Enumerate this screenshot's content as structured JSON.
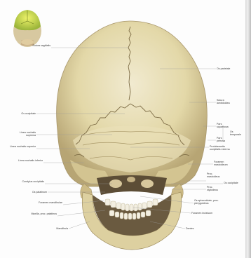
{
  "figure": {
    "thumbnail_icon": "skull-thumbnail-icon",
    "colors": {
      "bone": "#e6dcae",
      "bone_shadow": "#b9a874",
      "suture": "#7d6c45",
      "line": "#9a9a9a",
      "text": "#3a3a3a"
    }
  },
  "labels": {
    "sutura_sagittalis": "Sutura sagittalis",
    "os_parietale": "Os parietale",
    "sutura_lambdoidea": "Sutura lambdoidea",
    "os_occipitale": "Os occipitale",
    "pars_squamosa": "Pars squamosa",
    "pars_petrosa": "Pars petrosa",
    "os_temporale": "Os temporale",
    "linea_nuchalis_suprema": "Linea nuchalis suprema",
    "linea_nuchalis_superior": "Linea nuchalis superior",
    "protuberantia_occipitalis_externa": "Protuberantia occipitalis externa",
    "linea_nuchalis_inferior": "Linea nuchalis inferior",
    "foramen_mastoideum": "Foramen mastoideum",
    "proc_mastoideus": "Proc. mastoideus",
    "os_occipitale_right": "Os occipitale",
    "condylus_occipitalis": "Condylus occipitalis",
    "proc_styloideus": "Proc. styloideus",
    "os_palatinum": "Os palatinum",
    "foramen_mandibulae": "Foramen mandibulae",
    "os_sphenoidale": "Os sphenoidale, proc. pterygoideus",
    "maxilla": "Maxilla, proc. palatinus",
    "foramen_incisivum": "Foramen incisivum",
    "mandibula": "Mandibula",
    "dentes": "Dentes"
  }
}
